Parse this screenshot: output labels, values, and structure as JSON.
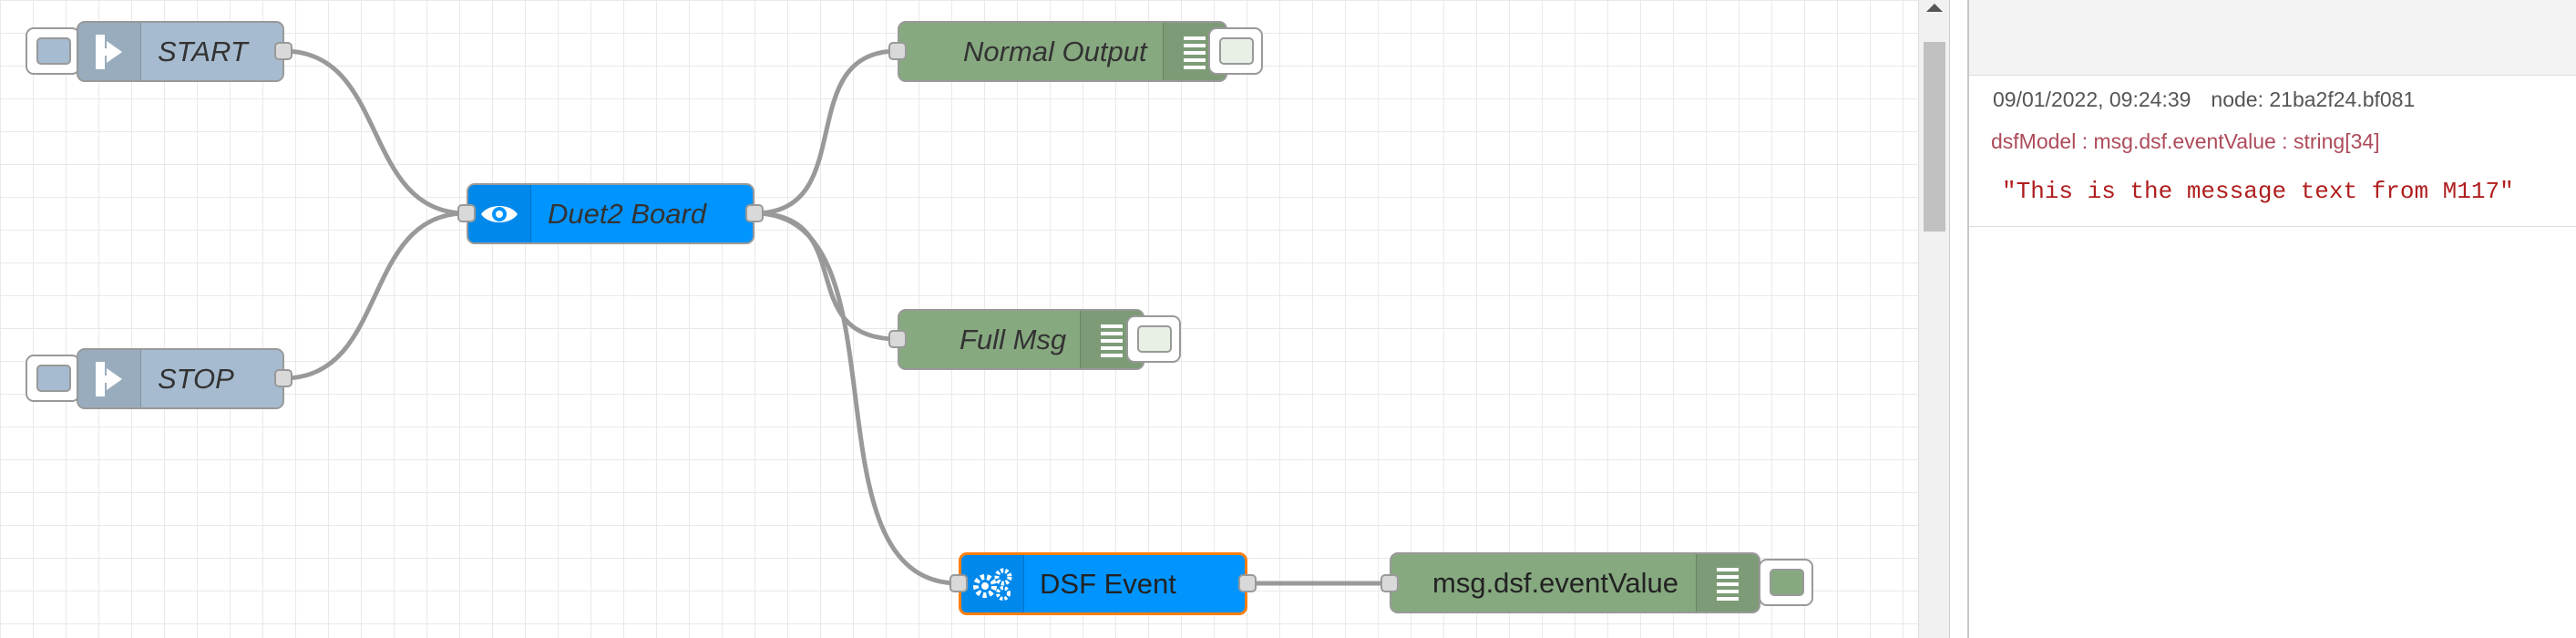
{
  "workspace": {
    "nodes": [
      {
        "id": "start",
        "label": "START",
        "type": "inject"
      },
      {
        "id": "stop",
        "label": "STOP",
        "type": "inject"
      },
      {
        "id": "duet2",
        "label": "Duet2 Board",
        "type": "dsf-board"
      },
      {
        "id": "normal-output",
        "label": "Normal Output",
        "type": "debug"
      },
      {
        "id": "full-msg",
        "label": "Full Msg",
        "type": "debug"
      },
      {
        "id": "dsf-event",
        "label": "DSF Event",
        "type": "dsf-event",
        "selected": true
      },
      {
        "id": "event-value",
        "label": "msg.dsf.eventValue",
        "type": "debug"
      }
    ],
    "colors": {
      "inject": "#a6bbcf",
      "dsf": "#0094ff",
      "debug": "#87a980",
      "selection": "#ff7f0e",
      "wire": "#999999"
    }
  },
  "sidebar": {
    "messages": [
      {
        "timestamp": "09/01/2022, 09:24:39",
        "node": "node: 21ba2f24.bf081",
        "topic": "dsfModel : msg.dsf.eventValue : string[34]",
        "payload": "\"This is the message text from M117\""
      }
    ]
  }
}
